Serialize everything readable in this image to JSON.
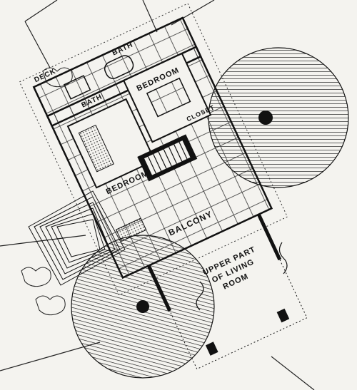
{
  "drawing": {
    "ink_color": "#111111",
    "paper_color": "#f4f3ef",
    "labels": {
      "deck": "DECK",
      "bath_upper": "BATH",
      "bath_left": "BATH",
      "bedroom_right": "BEDROOM",
      "bedroom_left": "BEDROOM",
      "balcony": "BALCONY",
      "living_line1": "UPPER PART",
      "living_line2": "OF LIVING",
      "living_line3": "ROOM",
      "closet": "CLOSET"
    }
  }
}
